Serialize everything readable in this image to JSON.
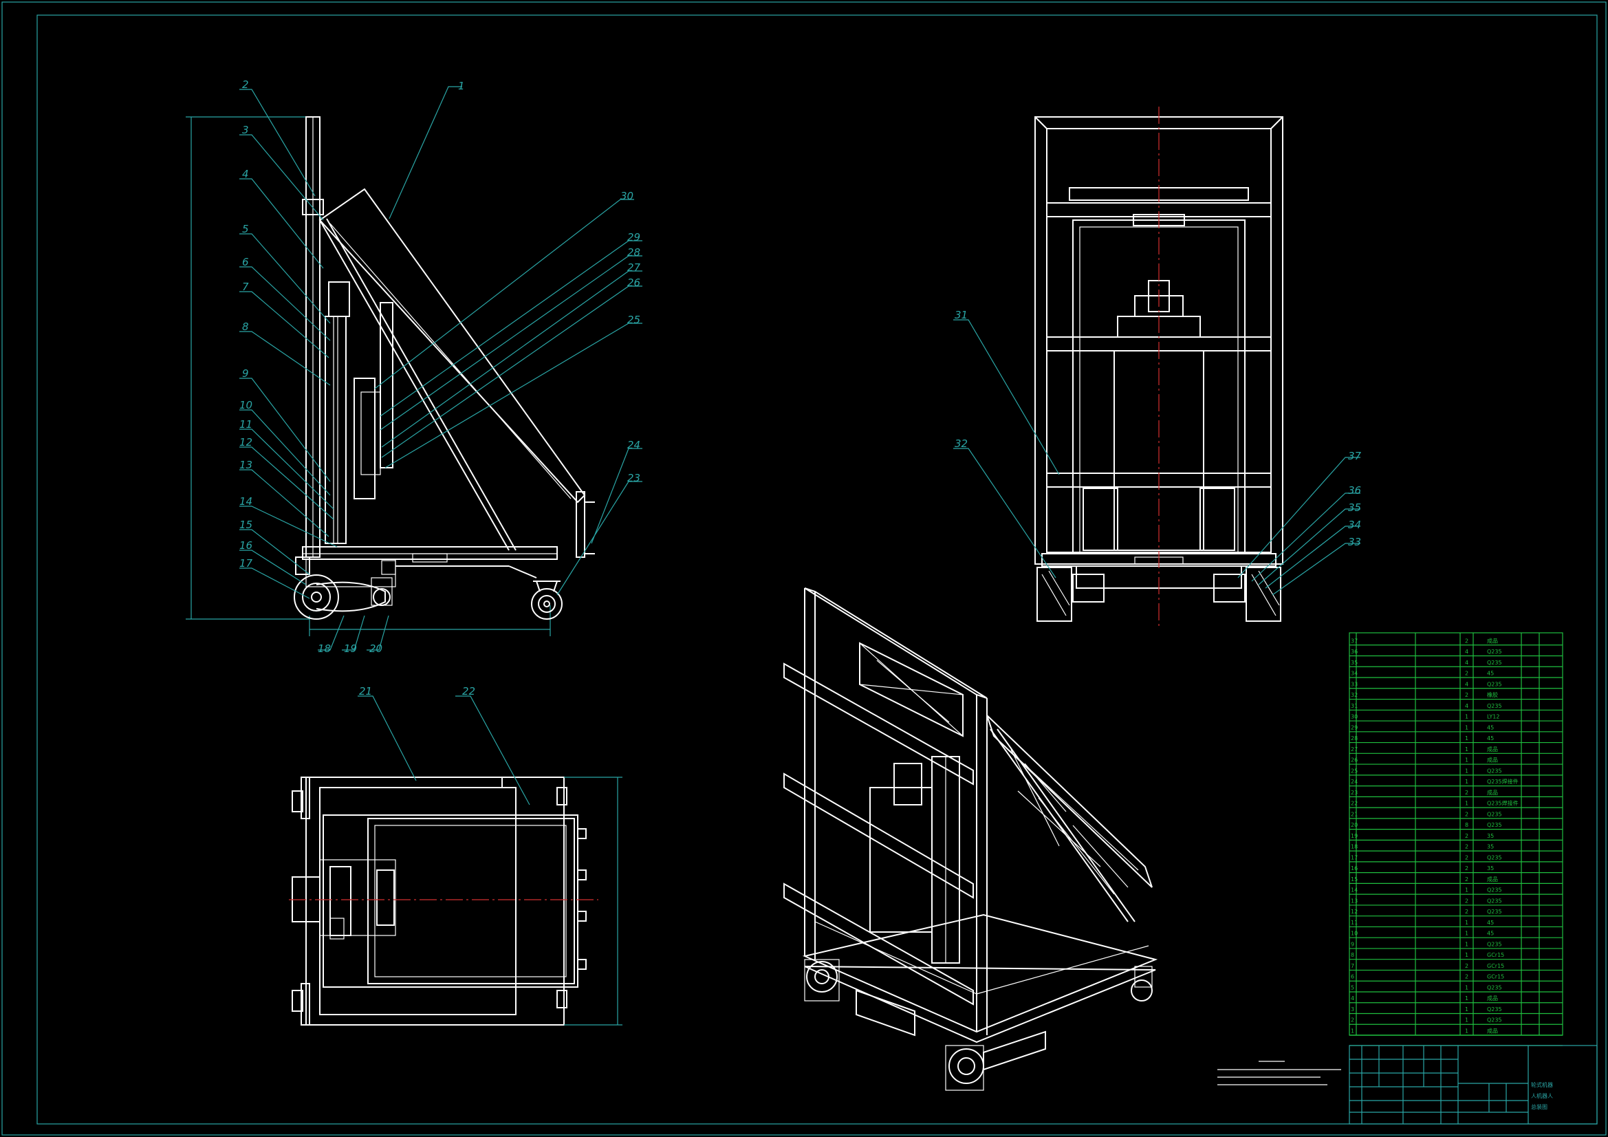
{
  "callouts": {
    "side_view": [
      "1",
      "2",
      "3",
      "4",
      "5",
      "6",
      "7",
      "8",
      "9",
      "10",
      "11",
      "12",
      "13",
      "14",
      "15",
      "16",
      "17",
      "18",
      "19",
      "20",
      "23",
      "24",
      "25",
      "26",
      "27",
      "28",
      "29",
      "30"
    ],
    "top_view": [
      "21",
      "22"
    ],
    "front_view": [
      "31",
      "32",
      "33",
      "34",
      "35",
      "36",
      "37"
    ]
  },
  "bom": {
    "rows": [
      {
        "no": "37",
        "qty": "2",
        "mat": "成品"
      },
      {
        "no": "36",
        "qty": "4",
        "mat": "Q235"
      },
      {
        "no": "35",
        "qty": "4",
        "mat": "Q235"
      },
      {
        "no": "34",
        "qty": "2",
        "mat": "45"
      },
      {
        "no": "33",
        "qty": "4",
        "mat": "Q235"
      },
      {
        "no": "32",
        "qty": "2",
        "mat": "橡胶"
      },
      {
        "no": "31",
        "qty": "4",
        "mat": "Q235"
      },
      {
        "no": "30",
        "qty": "1",
        "mat": "LY12"
      },
      {
        "no": "29",
        "qty": "1",
        "mat": "45"
      },
      {
        "no": "28",
        "qty": "1",
        "mat": "45"
      },
      {
        "no": "27",
        "qty": "1",
        "mat": "成品"
      },
      {
        "no": "26",
        "qty": "1",
        "mat": "成品"
      },
      {
        "no": "25",
        "qty": "1",
        "mat": "Q235"
      },
      {
        "no": "24",
        "qty": "1",
        "mat": "Q235焊接件"
      },
      {
        "no": "23",
        "qty": "2",
        "mat": "成品"
      },
      {
        "no": "22",
        "qty": "1",
        "mat": "Q235焊接件"
      },
      {
        "no": "21",
        "qty": "2",
        "mat": "Q235"
      },
      {
        "no": "20",
        "qty": "8",
        "mat": "Q235"
      },
      {
        "no": "19",
        "qty": "2",
        "mat": "35"
      },
      {
        "no": "18",
        "qty": "2",
        "mat": "35"
      },
      {
        "no": "17",
        "qty": "2",
        "mat": "Q235"
      },
      {
        "no": "16",
        "qty": "2",
        "mat": "35"
      },
      {
        "no": "15",
        "qty": "2",
        "mat": "成品"
      },
      {
        "no": "14",
        "qty": "1",
        "mat": "Q235"
      },
      {
        "no": "13",
        "qty": "2",
        "mat": "Q235"
      },
      {
        "no": "12",
        "qty": "2",
        "mat": "Q235"
      },
      {
        "no": "11",
        "qty": "1",
        "mat": "45"
      },
      {
        "no": "10",
        "qty": "1",
        "mat": "45"
      },
      {
        "no": "9",
        "qty": "1",
        "mat": "Q235"
      },
      {
        "no": "8",
        "qty": "1",
        "mat": "GCr15"
      },
      {
        "no": "7",
        "qty": "2",
        "mat": "GCr15"
      },
      {
        "no": "6",
        "qty": "2",
        "mat": "GCr15"
      },
      {
        "no": "5",
        "qty": "1",
        "mat": "Q235"
      },
      {
        "no": "4",
        "qty": "1",
        "mat": "成品"
      },
      {
        "no": "3",
        "qty": "1",
        "mat": "Q235"
      },
      {
        "no": "2",
        "qty": "1",
        "mat": "Q235"
      },
      {
        "no": "1",
        "qty": "1",
        "mat": "成品"
      }
    ]
  },
  "title_block": {
    "product_name": [
      "轮式机器",
      "人机器人",
      "总装图"
    ]
  },
  "colors": {
    "background": "#000000",
    "geometry": "#ffffff",
    "callout_leader": "#2aa6a6",
    "centerline": "#d43030",
    "bom_grid": "#1fbf3f"
  }
}
